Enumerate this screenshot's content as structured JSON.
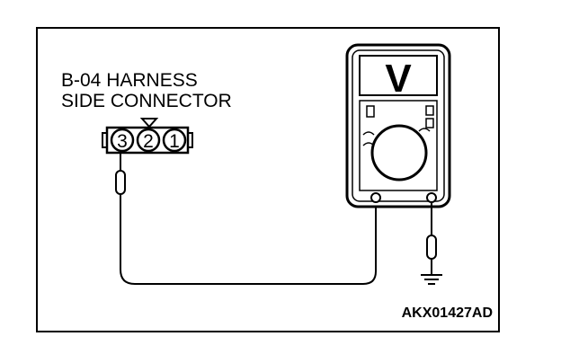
{
  "connector_label": {
    "line1": "B-04 HARNESS",
    "line2": "SIDE CONNECTOR"
  },
  "connector_pins": [
    "3",
    "2",
    "1"
  ],
  "meter_display": "V",
  "figure_code": "AKX01427AD"
}
